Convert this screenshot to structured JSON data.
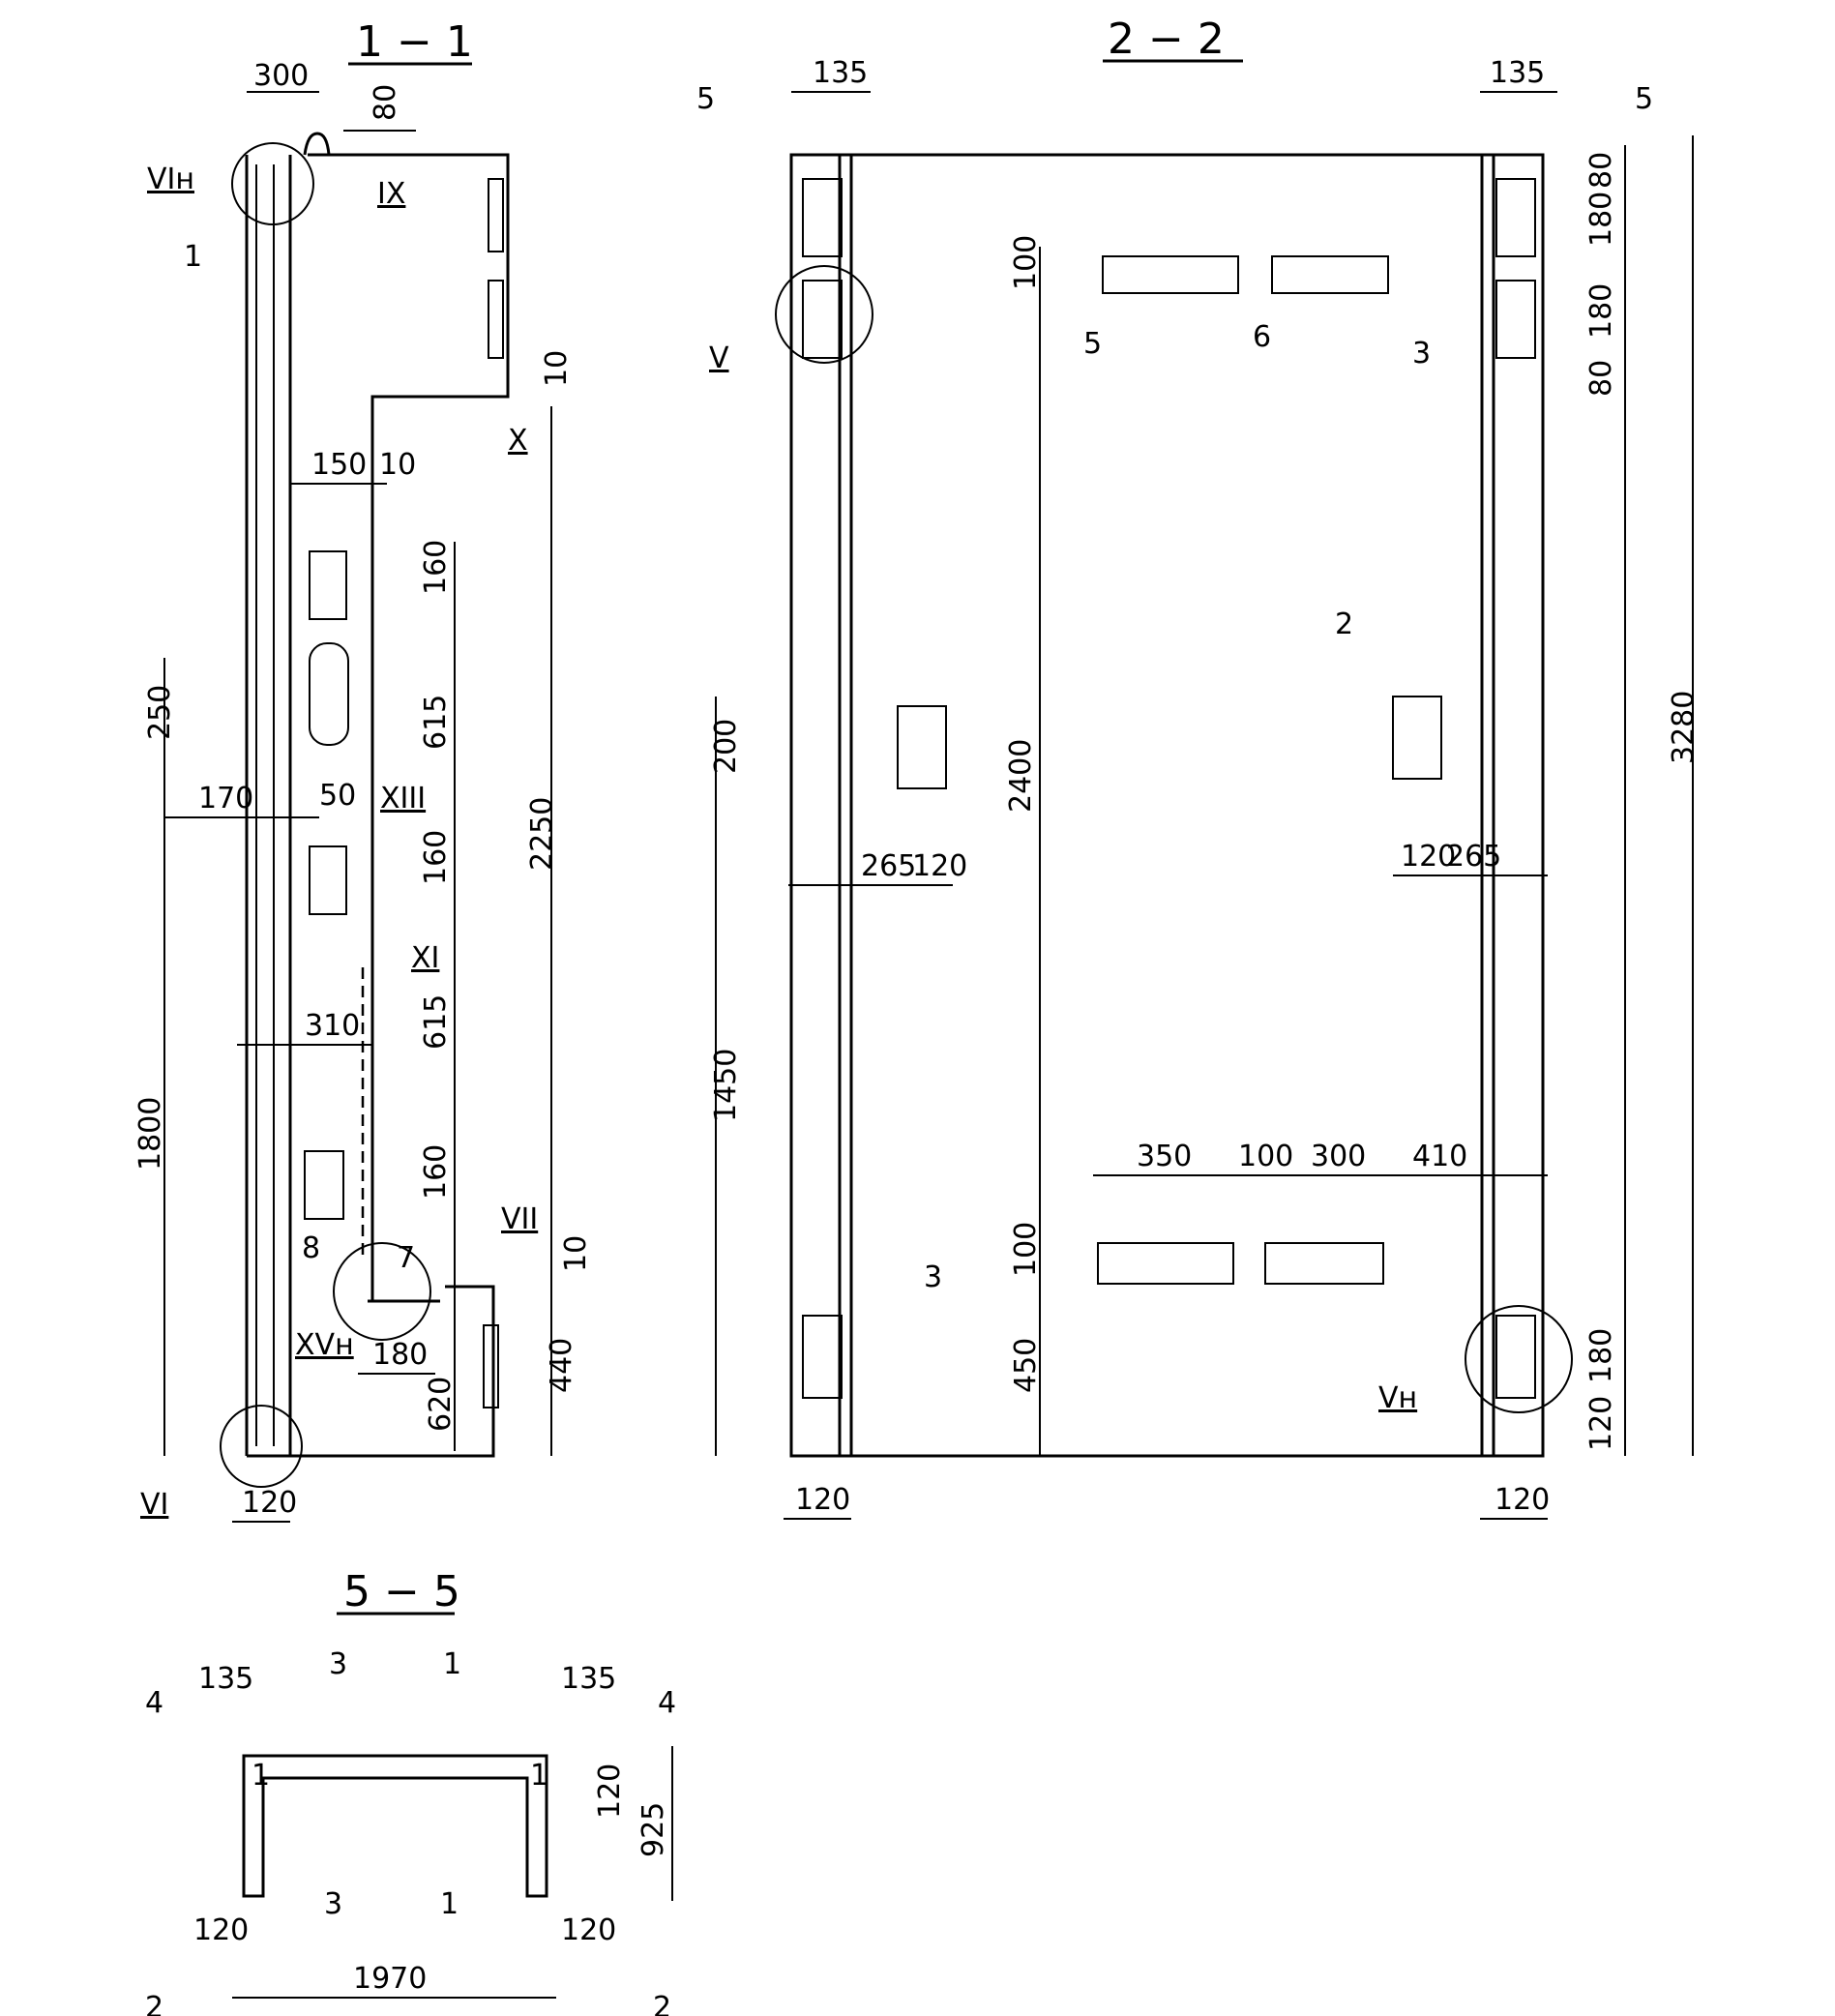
{
  "section_1_1": {
    "title": "1 − 1",
    "dims": {
      "d300": "300",
      "d80": "80",
      "d10a": "10",
      "d150": "150",
      "d10b": "10",
      "d160a": "160",
      "d615a": "615",
      "d250": "250",
      "d170": "170",
      "d50": "50",
      "d2250": "2250",
      "d160b": "160",
      "d615b": "615",
      "d310": "310",
      "d1800": "1800",
      "d160c": "160",
      "d10c": "10",
      "d180": "180",
      "d440": "440",
      "d620": "620",
      "d120": "120"
    },
    "marks": {
      "m_vin": "VIн",
      "m_ix": "IX",
      "m_x": "X",
      "m_xiii": "XIII",
      "m_xi": "XI",
      "m_vii": "VII",
      "m_xvn": "XVн",
      "m_vi": "VI"
    },
    "labels": {
      "p1": "1",
      "p7": "7",
      "p8": "8"
    }
  },
  "section_2_2": {
    "title": "2 − 2",
    "cut_mark": "5",
    "dims": {
      "d135l": "135",
      "d135r": "135",
      "d80a": "80",
      "d180a": "180",
      "d180b": "180",
      "d80b": "80",
      "d100a": "100",
      "d200": "200",
      "d2400": "2400",
      "d3280": "3280",
      "d265l": "265",
      "d120m": "120",
      "d120n": "120",
      "d265r": "265",
      "d1450": "1450",
      "d350": "350",
      "d100b": "100",
      "d300": "300",
      "d410": "410",
      "d100c": "100",
      "d450": "450",
      "d180c": "180",
      "d120r": "120",
      "d120bl": "120",
      "d120br": "120"
    },
    "marks": {
      "m_v": "V",
      "m_vn": "Vн"
    },
    "labels": {
      "p5": "5",
      "p6": "6",
      "p3a": "3",
      "p2": "2",
      "p3b": "3"
    }
  },
  "section_5_5": {
    "title": "5 − 5",
    "cut4": "4",
    "cut2": "2",
    "cut3": "3",
    "cut1": "1",
    "dims": {
      "d135l": "135",
      "d135r": "135",
      "d120h": "120",
      "d925": "925",
      "d120bl": "120",
      "d120br": "120",
      "d1970": "1970"
    },
    "inner_marks": {
      "i1": "1",
      "i2": "1"
    }
  }
}
